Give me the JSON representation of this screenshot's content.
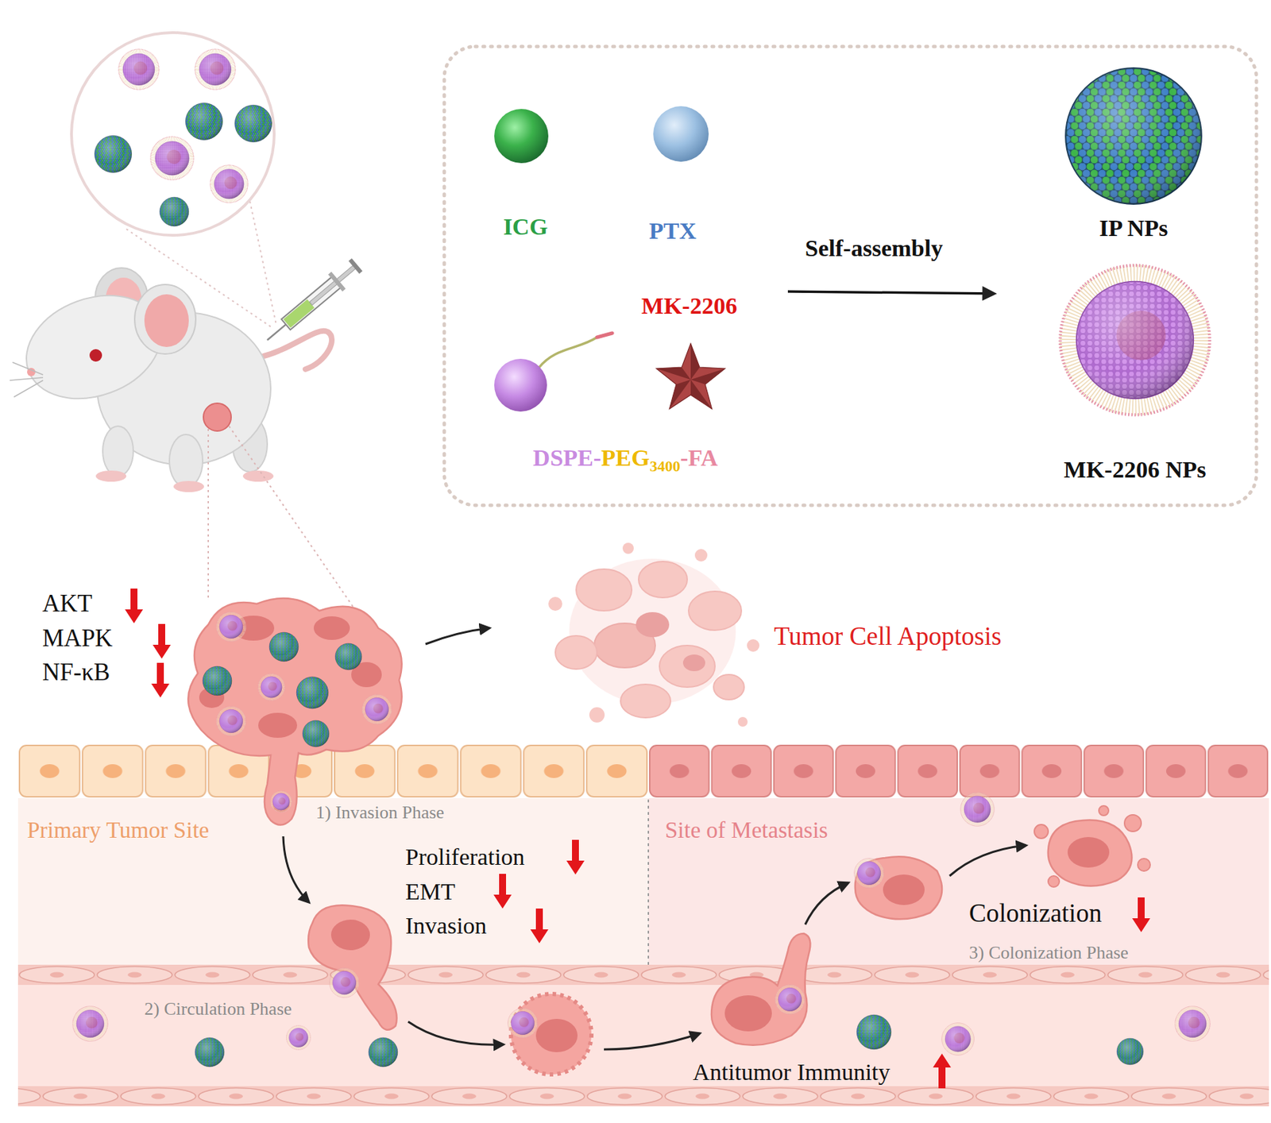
{
  "diagram": {
    "nodes": [
      {
        "text": [
          "ICG"
        ]
      },
      {
        "text": [
          "PTX"
        ]
      },
      {
        "text": [
          "DSPE-",
          "PEG",
          "3400",
          "-FA"
        ]
      },
      {
        "text": [
          "MK-2206"
        ]
      },
      {
        "text": [
          "IP NPs"
        ]
      },
      {
        "text": [
          "MK-2206 NPs"
        ]
      }
    ],
    "labels": [
      "Self-assembly",
      "AKT",
      "MAPK",
      "NF-κB",
      "Tumor Cell Apoptosis",
      "1) Invasion Phase",
      "Primary Tumor Site",
      "Site of Metastasis",
      "Proliferation",
      "EMT",
      "Invasion",
      "Colonization",
      "3) Colonization Phase",
      "2) Circulation Phase",
      "Antitumor Immunity"
    ]
  }
}
